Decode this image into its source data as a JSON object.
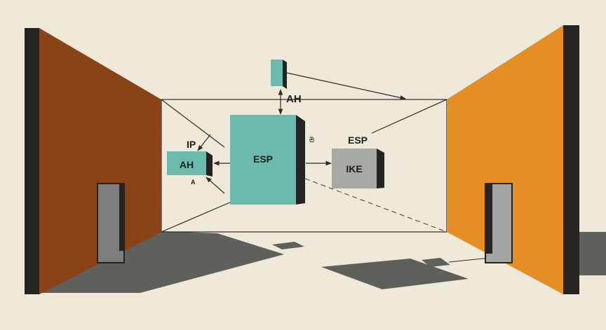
{
  "colors": {
    "background": "#efe9da",
    "left_wall": "#8a4317",
    "right_wall": "#e48e24",
    "box_teal": "#6cb9ad",
    "box_gray": "#a8a8a4",
    "dark_edge": "#242522",
    "shadow": "#5f5f5b",
    "door": "#7e7f7c",
    "line": "#2b2b2b"
  },
  "labels": {
    "center_box": "ESP",
    "top_box": "AH",
    "left_box": "AH",
    "left_box_caption": "IP",
    "left_box_small": "A",
    "right_box": "IKE",
    "right_box_caption": "ESP",
    "center_box_mark": "ම"
  }
}
